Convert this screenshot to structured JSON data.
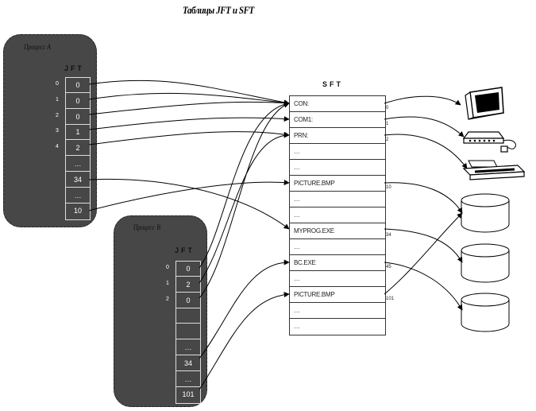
{
  "title": "Таблицы JFT и SFT",
  "process_a": {
    "label": "Процесс А",
    "header": "JFT",
    "cells": [
      "0",
      "0",
      "0",
      "1",
      "2",
      "…",
      "34",
      "…",
      "10"
    ],
    "indices": [
      "0",
      "1",
      "2",
      "3",
      "4"
    ]
  },
  "process_b": {
    "label": "Процесс В",
    "header": "JFT",
    "cells": [
      "0",
      "2",
      "0",
      "",
      "",
      "…",
      "34",
      "…",
      "101"
    ],
    "indices": [
      "0",
      "1",
      "2"
    ]
  },
  "sft": {
    "header": "SFT",
    "rows": [
      "CON:",
      "COM1:",
      "PRN:",
      "…",
      "…",
      "PICTURE.BMP",
      "…",
      "…",
      "MYPROG.EXE",
      "…",
      "BC.EXE",
      "…",
      "PICTURE.BMP",
      "…",
      "…"
    ],
    "row_numbers": [
      {
        "row": 0,
        "label": "0"
      },
      {
        "row": 1,
        "label": "1"
      },
      {
        "row": 2,
        "label": "2"
      },
      {
        "row": 5,
        "label": "10"
      },
      {
        "row": 8,
        "label": "34"
      },
      {
        "row": 10,
        "label": "45"
      },
      {
        "row": 12,
        "label": "101"
      }
    ]
  },
  "devices": [
    {
      "name": "monitor",
      "icon": "monitor-icon"
    },
    {
      "name": "modem",
      "icon": "modem-icon"
    },
    {
      "name": "printer",
      "icon": "printer-icon"
    },
    {
      "name": "disk",
      "icon": "disk-icon"
    },
    {
      "name": "disk",
      "icon": "disk-icon"
    },
    {
      "name": "disk",
      "icon": "disk-icon"
    }
  ],
  "colors": {
    "process_fill": "#474747",
    "line": "#000000",
    "background": "#ffffff"
  }
}
